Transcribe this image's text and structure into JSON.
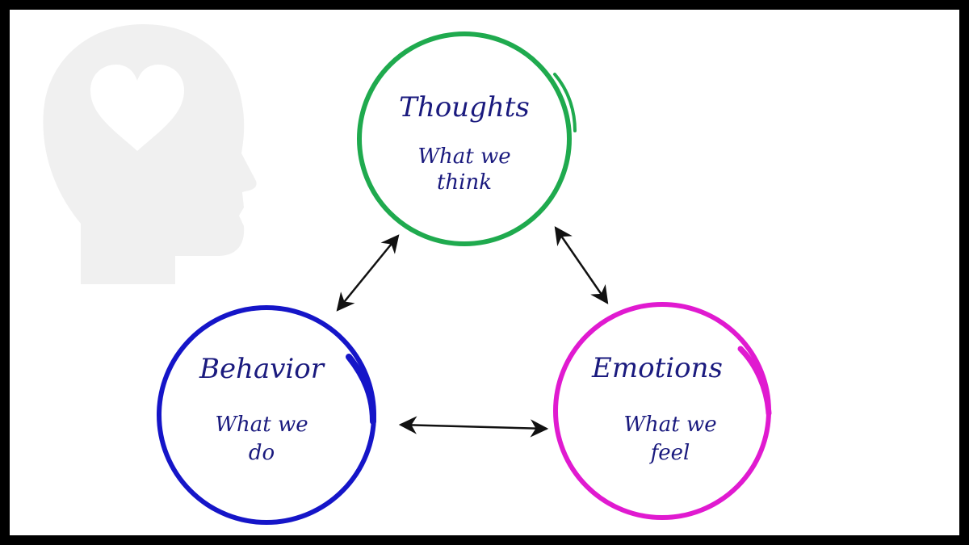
{
  "diagram": {
    "nodes": [
      {
        "id": "thoughts",
        "title": "Thoughts",
        "subtitle_lines": [
          "What we",
          "think"
        ],
        "color": "#1faa4e"
      },
      {
        "id": "behavior",
        "title": "Behavior",
        "subtitle_lines": [
          "What we",
          "do"
        ],
        "color": "#1515c8"
      },
      {
        "id": "emotions",
        "title": "Emotions",
        "subtitle_lines": [
          "What we",
          "feel"
        ],
        "color": "#e01ad0"
      }
    ],
    "arrows": [
      {
        "from": "thoughts",
        "to": "behavior",
        "bidirectional": true
      },
      {
        "from": "thoughts",
        "to": "emotions",
        "bidirectional": true
      },
      {
        "from": "behavior",
        "to": "emotions",
        "bidirectional": true
      }
    ],
    "text_color": "#1a1a7e",
    "decoration": {
      "icon": "head-with-heart-icon",
      "color": "#f0f0f0"
    }
  }
}
